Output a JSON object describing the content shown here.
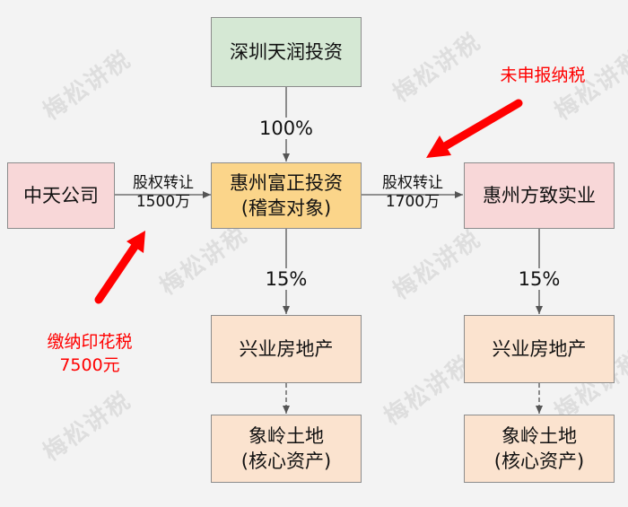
{
  "nodes": {
    "shenzhen": {
      "line1": "深圳天润投资"
    },
    "zhongtian": {
      "line1": "中天公司"
    },
    "fuzheng": {
      "line1": "惠州富正投资",
      "line2": "(稽查对象)"
    },
    "fangzhi": {
      "line1": "惠州方致实业"
    },
    "xingye_left": {
      "line1": "兴业房地产"
    },
    "xingye_right": {
      "line1": "兴业房地产"
    },
    "xiangling_left": {
      "line1": "象岭土地",
      "line2": "(核心资产)"
    },
    "xiangling_right": {
      "line1": "象岭土地",
      "line2": "(核心资产)"
    }
  },
  "edges": {
    "shenzhen_fuzheng": "100%",
    "zhongtian_fuzheng": {
      "line1": "股权转让",
      "line2": "1500万"
    },
    "fuzheng_fangzhi": {
      "line1": "股权转让",
      "line2": "1700万"
    },
    "fuzheng_xingye": "15%",
    "fangzhi_xingye": "15%"
  },
  "annotations": {
    "unreported": "未申报纳税",
    "stamp_tax": {
      "line1": "缴纳印花税",
      "line2": "7500元"
    }
  },
  "watermark": "梅松讲税",
  "colors": {
    "green": "#d5e8d4",
    "pink": "#f8d7d8",
    "orange": "#fbd58a",
    "peach": "#fbe3cf",
    "red": "#ff0000"
  }
}
